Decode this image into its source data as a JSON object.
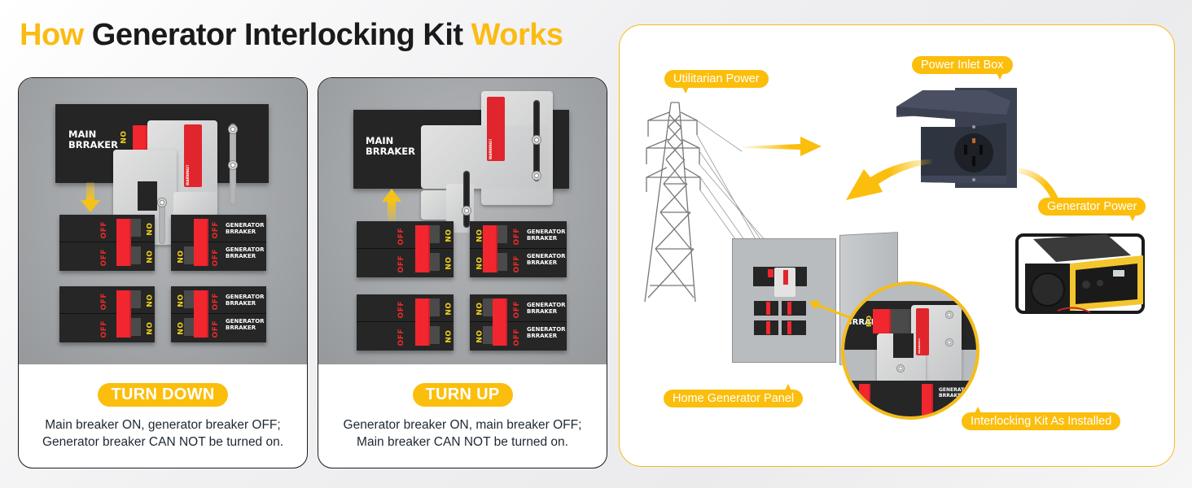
{
  "title": {
    "word1": "How",
    "middle": "Generator Interlocking Kit",
    "word_last": "Works",
    "accent_color": "#fbbb12"
  },
  "labels": {
    "main_breaker_line1": "MAIN",
    "main_breaker_line2": "BRRAKER",
    "gen_breaker_line1": "GENERATOR",
    "gen_breaker_line2": "BRRAKER",
    "on": "ON",
    "off": "OFF",
    "warning": "WARNING!!"
  },
  "steps": [
    {
      "badge": "TURN DOWN",
      "arrow_direction": "down",
      "main_breaker_state": "ON",
      "generator_breaker_state": "OFF",
      "description_line1": "Main breaker ON, generator breaker OFF;",
      "description_line2": "Generator breaker CAN NOT be turned on."
    },
    {
      "badge": "TURN UP",
      "arrow_direction": "up",
      "main_breaker_state": "OFF",
      "generator_breaker_state": "ON",
      "description_line1": "Generator breaker ON, main breaker OFF;",
      "description_line2": "Main breaker CAN NOT be turned on."
    }
  ],
  "diagram": {
    "callouts": {
      "utility": "Utilitarian Power",
      "inlet": "Power Inlet Box",
      "generator": "Generator Power",
      "panel": "Home Generator Panel",
      "kit": "Interlocking Kit As Installed"
    },
    "accent_color": "#fbbe0c",
    "border_color": "#f5bc1a"
  }
}
